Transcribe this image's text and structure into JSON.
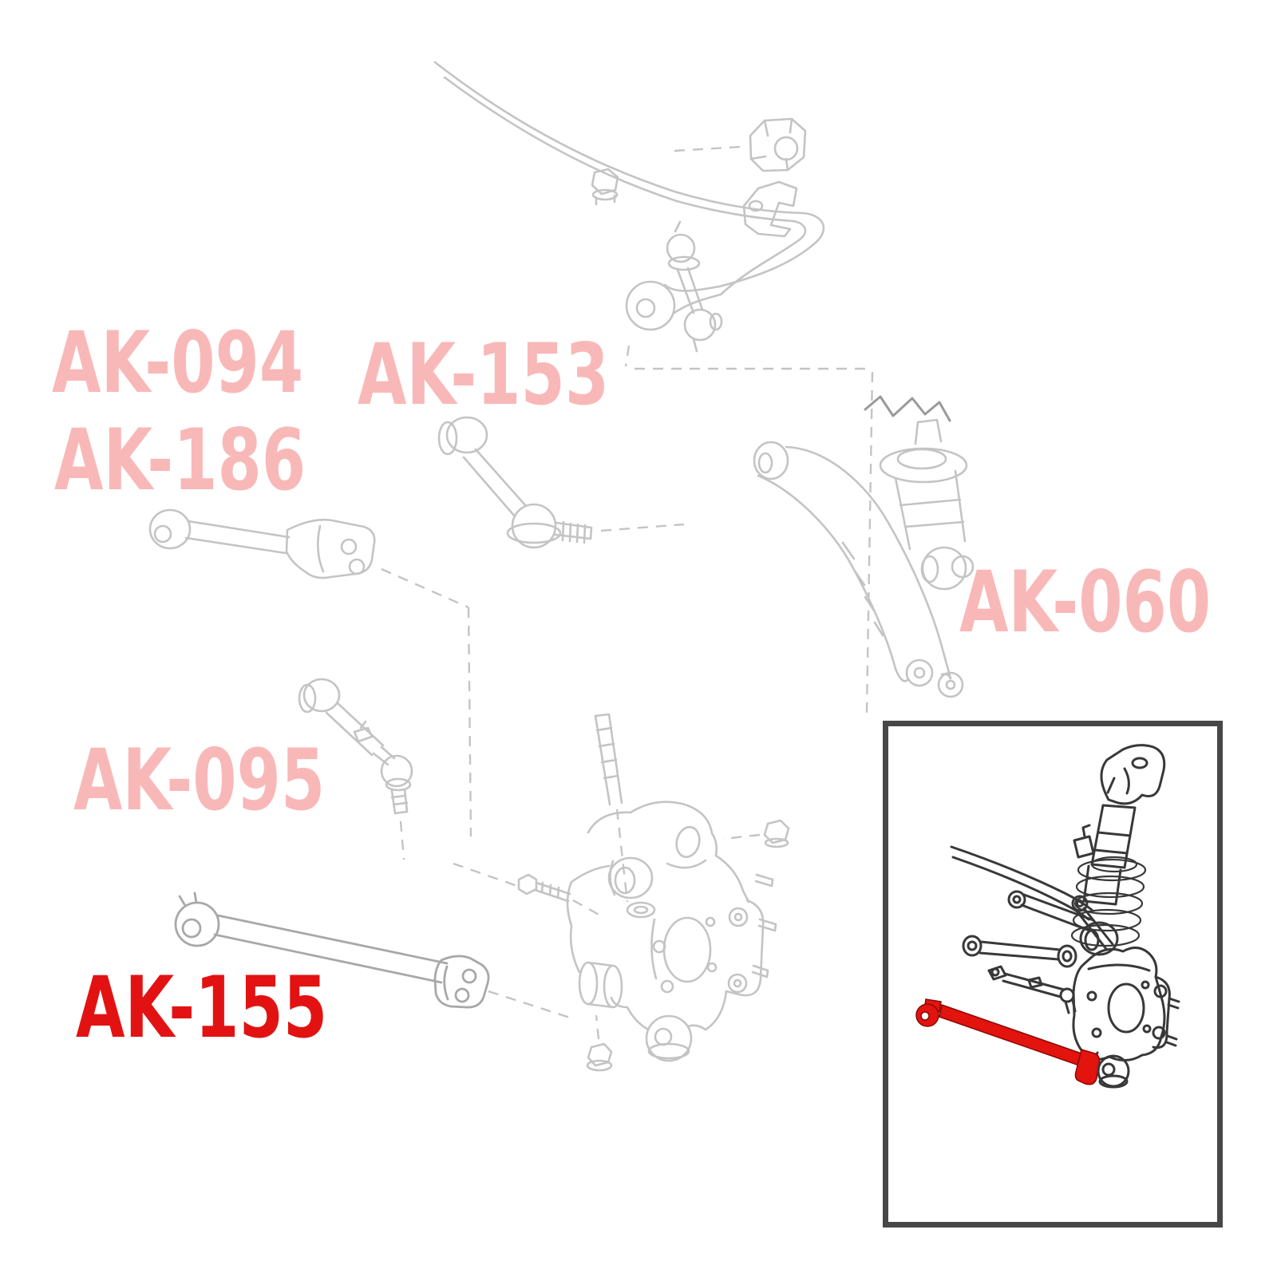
{
  "page": {
    "background": "#ffffff"
  },
  "diagram": {
    "type": "suspension-parts-diagram",
    "line_art_color": "#c4c4c4",
    "labels": [
      {
        "id": "ak-094",
        "text": "AK-094",
        "color": "#f9b8b8",
        "highlighted": false
      },
      {
        "id": "ak-186",
        "text": "AK-186",
        "color": "#f9b8b8",
        "highlighted": false
      },
      {
        "id": "ak-153",
        "text": "AK-153",
        "color": "#f9b8b8",
        "highlighted": false
      },
      {
        "id": "ak-060",
        "text": "AK-060",
        "color": "#f9b8b8",
        "highlighted": false
      },
      {
        "id": "ak-095",
        "text": "AK-095",
        "color": "#f9b8b8",
        "highlighted": false
      },
      {
        "id": "ak-155",
        "text": "AK-155",
        "color": "#e31212",
        "highlighted": true
      }
    ],
    "inset": {
      "border_color": "#474747",
      "art_color": "#383838",
      "highlight_color": "#e3130e"
    }
  }
}
